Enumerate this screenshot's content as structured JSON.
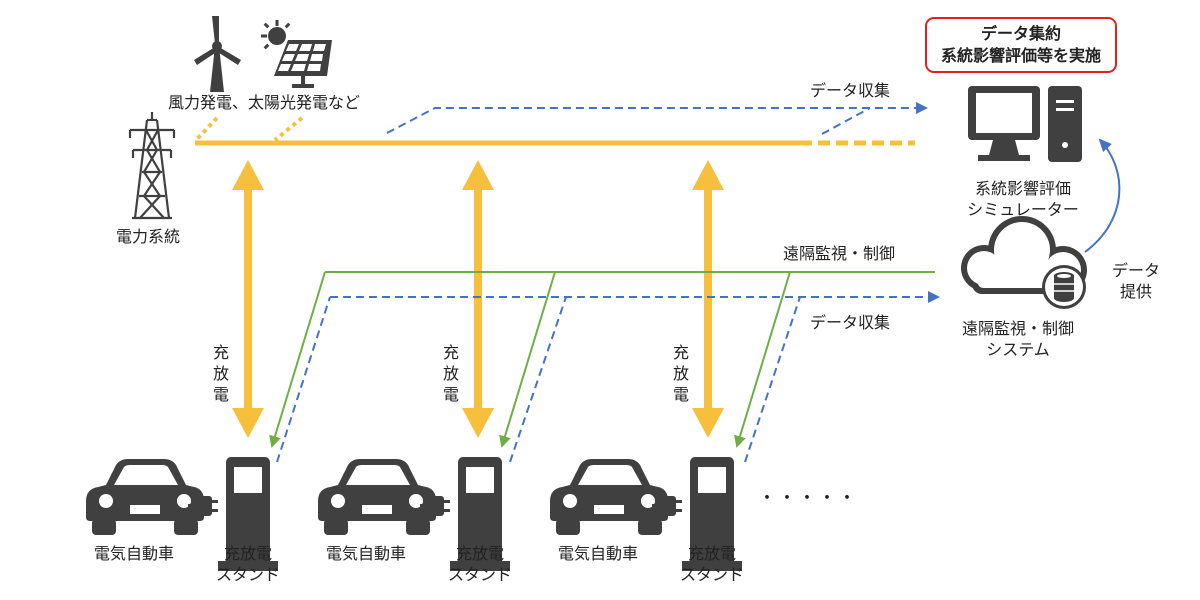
{
  "headline": {
    "line1": "データ集約",
    "line2": "系統影響評価等を実施"
  },
  "labels": {
    "renewables": "風力発電、太陽光発電など",
    "grid": "電力系統",
    "data_collection_top": "データ収集",
    "data_collection_bottom": "データ収集",
    "remote_control_line": "遠隔監視・制御",
    "simulator_line1": "系統影響評価",
    "simulator_line2": "シミュレーター",
    "data_provision_line1": "データ",
    "data_provision_line2": "提供",
    "remote_system_line1": "遠隔監視・制御",
    "remote_system_line2": "システム",
    "charge_discharge": [
      "充",
      "放",
      "電"
    ],
    "ellipsis": "・・・・・"
  },
  "units": [
    {
      "vehicle": "電気自動車",
      "stand_line1": "充放電",
      "stand_line2": "スタンド"
    },
    {
      "vehicle": "電気自動車",
      "stand_line1": "充放電",
      "stand_line2": "スタンド"
    },
    {
      "vehicle": "電気自動車",
      "stand_line1": "充放電",
      "stand_line2": "スタンド"
    }
  ],
  "colors": {
    "power": "#f6c03c",
    "data_line": "#4472c4",
    "control_line": "#70ad47",
    "icon": "#404040",
    "highlight_border": "#e0221e"
  },
  "icons": [
    "wind-turbine-icon",
    "solar-panel-icon",
    "transmission-tower-icon",
    "computer-icon",
    "cloud-icon",
    "database-icon",
    "electric-car-icon",
    "charging-stand-icon"
  ]
}
